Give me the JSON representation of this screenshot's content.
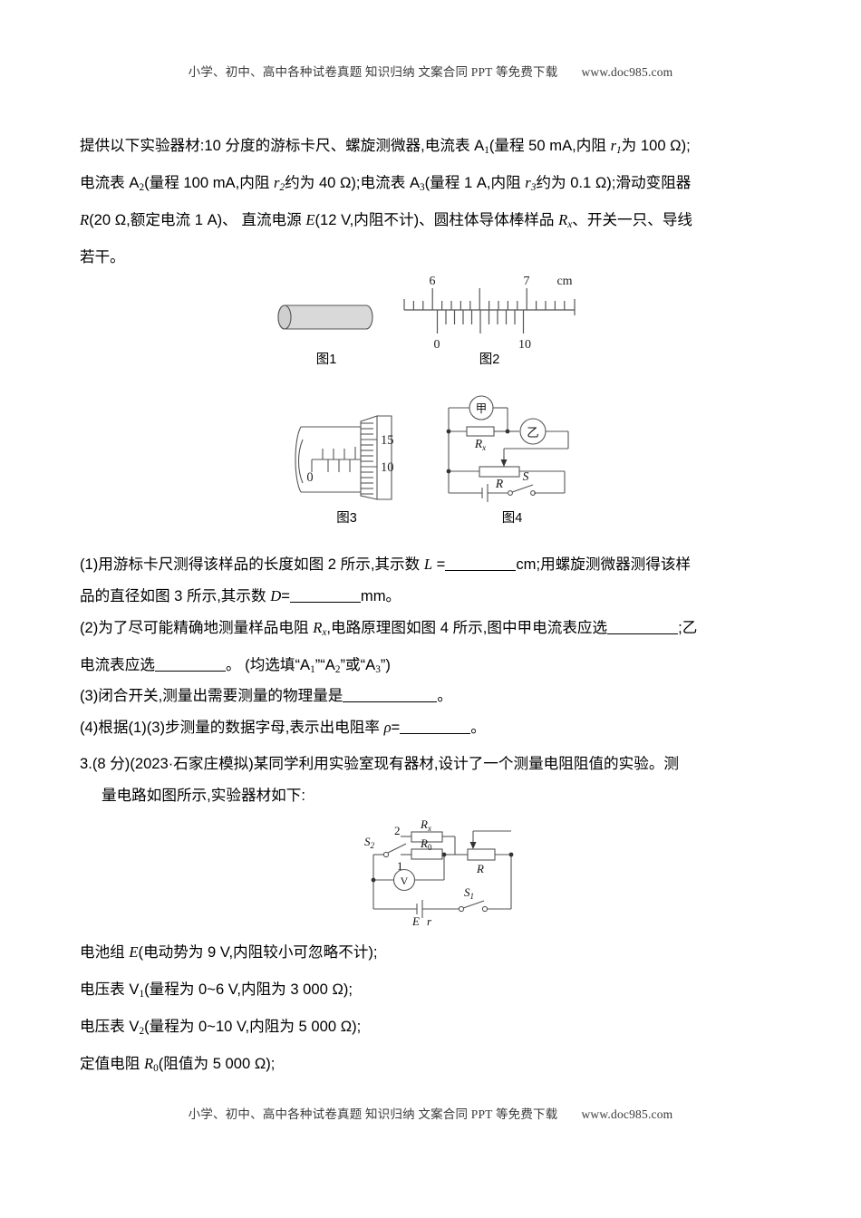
{
  "header": {
    "text": "小学、初中、高中各种试卷真题  知识归纳  文案合同  PPT 等免费下载",
    "site": "www.doc985.com"
  },
  "footer": {
    "text": "小学、初中、高中各种试卷真题  知识归纳  文案合同  PPT 等免费下载",
    "site": "www.doc985.com"
  },
  "equipment_paragraph": {
    "line1_a": "提供以下实验器材:10 分度的游标卡尺、螺旋测微器,电流表 A",
    "line1_sub1": "1",
    "line1_b": "(量程 50 mA,内阻 ",
    "line1_r1": "r",
    "line1_r1sub": "1",
    "line1_c": "为 100 Ω);",
    "line2_a": "电流表 A",
    "line2_sub2": "2",
    "line2_b": "(量程 100 mA,内阻 ",
    "line2_r2": "r",
    "line2_r2sub": "2",
    "line2_c": "约为 40 Ω);电流表 A",
    "line2_sub3": "3",
    "line2_d": "(量程 1 A,内阻 ",
    "line2_r3": "r",
    "line2_r3sub": "3",
    "line2_e": "约为 0.1 Ω);滑动变阻器",
    "line3_R": "R",
    "line3_a": "(20 Ω,额定电流 1 A)、 直流电源 ",
    "line3_E": "E",
    "line3_b": "(12 V,内阻不计)、圆柱体导体棒样品 ",
    "line3_Rx": "R",
    "line3_Rxsub": "x",
    "line3_c": "、开关一只、导线",
    "line4": "若干。"
  },
  "figures": {
    "fig1": {
      "caption": "图1",
      "name": "cylinder-sample"
    },
    "fig2": {
      "caption": "图2",
      "name": "vernier-caliper",
      "main_labels": [
        "6",
        "7"
      ],
      "unit_label": "cm",
      "vernier_labels": [
        "0",
        "10"
      ]
    },
    "fig3": {
      "caption": "图3",
      "name": "micrometer",
      "sleeve_zero": "0",
      "thimble_labels": [
        "15",
        "10"
      ]
    },
    "fig4": {
      "caption": "图4",
      "name": "circuit-diagram-1",
      "meter_a_label": "甲",
      "meter_b_label": "乙",
      "rx_label": "R",
      "rx_sub": "x",
      "rheostat_label": "R",
      "switch_label": "S"
    },
    "fig5": {
      "name": "circuit-diagram-2",
      "switch2_label": "S",
      "switch2_sub": "2",
      "contact_2": "2",
      "contact_1": "1",
      "rx_label": "R",
      "rx_sub": "x",
      "r0_label": "R",
      "r0_sub": "0",
      "voltmeter_label": "V",
      "rheostat_label": "R",
      "switch1_label": "S",
      "switch1_sub": "1",
      "battery_e": "E",
      "battery_r": "r"
    }
  },
  "questions": {
    "q1": {
      "part_a": "(1)用游标卡尺测得该样品的长度如图 2 所示,其示数 ",
      "L": "L",
      "part_b": " =",
      "unit_cm": "cm;用螺旋测微器测得该样",
      "part_c": "品的直径如图 3 所示,其示数 ",
      "D": "D",
      "part_d": "=",
      "unit_mm": "mm。"
    },
    "q2": {
      "part_a": "(2)为了尽可能精确地测量样品电阻 ",
      "Rx": "R",
      "Rx_sub": "x",
      "part_b": ",电路原理图如图 4 所示,图中甲电流表应选",
      "part_c": ";乙",
      "part_d": "电流表应选",
      "part_e": "。 (均选填“A",
      "opt1": "1",
      "part_f": "”“A",
      "opt2": "2",
      "part_g": "”或“A",
      "opt3": "3",
      "part_h": "”)"
    },
    "q3": {
      "text_a": "(3)闭合开关,测量出需要测量的物理量是",
      "text_b": "。"
    },
    "q4": {
      "text_a": "(4)根据(1)(3)步测量的数据字母,表示出电阻率 ",
      "rho": "ρ",
      "text_b": "=",
      "text_c": "。"
    }
  },
  "problem3": {
    "line1": "3.(8 分)(2023·石家庄模拟)某同学利用实验室现有器材,设计了一个测量电阻阻值的实验。测",
    "line2": "量电路如图所示,实验器材如下:",
    "items": [
      {
        "pre": "电池组 ",
        "sym": "E",
        "sub": "",
        "post": "(电动势为 9 V,内阻较小可忽略不计);"
      },
      {
        "pre": "电压表 V",
        "sym": "",
        "sub": "1",
        "post": "(量程为 0~6 V,内阻为 3 000 Ω);"
      },
      {
        "pre": "电压表 V",
        "sym": "",
        "sub": "2",
        "post": "(量程为 0~10 V,内阻为 5 000 Ω);"
      },
      {
        "pre": "定值电阻 ",
        "sym": "R",
        "sub": "0",
        "post": "(阻值为 5 000 Ω);"
      }
    ]
  }
}
